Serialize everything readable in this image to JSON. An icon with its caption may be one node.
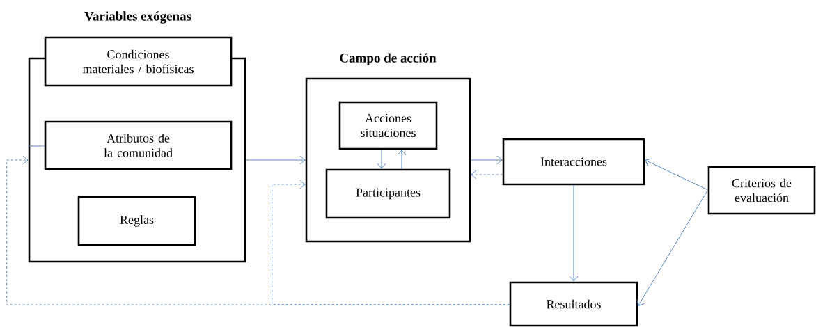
{
  "diagram": {
    "nodes": [
      {
        "text": [
          "Variables exógenas"
        ]
      },
      {
        "text": [
          "Condiciones materiales / biofísicas"
        ]
      },
      {
        "text": [
          "Atributos de la comunidad"
        ],
        "in": 0
      },
      {
        "text": [
          "Reglas"
        ],
        "in": 0
      },
      {
        "text": [
          "Campo de acción"
        ]
      },
      {
        "text": [
          "Acciones situaciones"
        ],
        "in": 4
      },
      {
        "text": [
          "Participantes"
        ],
        "in": 4
      },
      {
        "text": [
          "Interacciones"
        ]
      },
      {
        "text": [
          "Criterios de evaluación"
        ]
      },
      {
        "text": [
          "Resultados"
        ]
      }
    ],
    "edges": [
      {
        "from": 0,
        "to": 2,
        "arrow": "none"
      },
      {
        "from": 0,
        "to": 4,
        "arrow": "to"
      },
      {
        "from": 5,
        "to": 6,
        "arrow": "to"
      },
      {
        "from": 6,
        "to": 5,
        "arrow": "to"
      },
      {
        "from": 4,
        "to": 7,
        "arrow": "to"
      },
      {
        "from": 7,
        "to": 4,
        "arrow": "to",
        "style": "dashed"
      },
      {
        "from": 7,
        "to": 9,
        "arrow": "to"
      },
      {
        "from": 8,
        "to": 7,
        "arrow": "to"
      },
      {
        "from": 8,
        "to": 9,
        "arrow": "to"
      },
      {
        "from": 9,
        "to": 4,
        "arrow": "to",
        "style": "dashed"
      },
      {
        "from": 9,
        "to": 0,
        "arrow": "to",
        "style": "dashed"
      }
    ]
  }
}
